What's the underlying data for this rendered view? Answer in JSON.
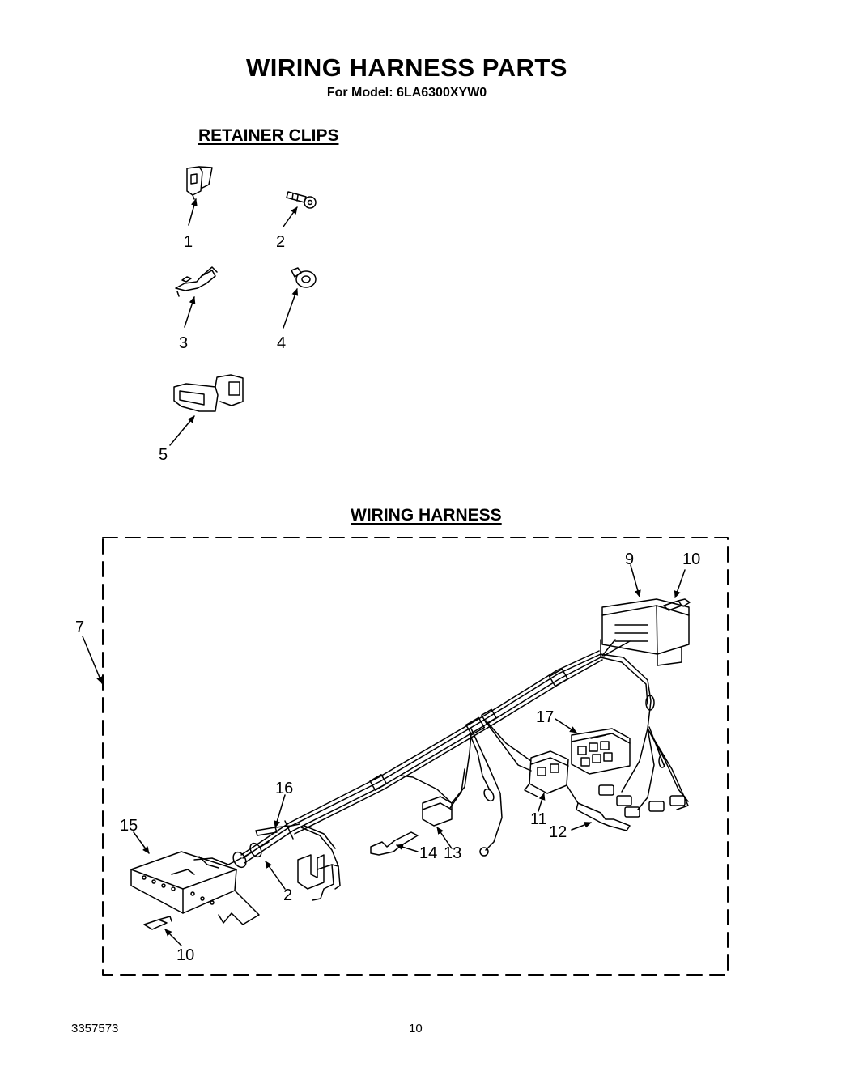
{
  "header": {
    "title": "WIRING HARNESS PARTS",
    "subtitle": "For Model: 6LA6300XYW0"
  },
  "sections": {
    "retainer_clips": "RETAINER CLIPS",
    "wiring_harness": "WIRING HARNESS"
  },
  "callouts": {
    "c1": "1",
    "c2a": "2",
    "c3": "3",
    "c4": "4",
    "c5": "5",
    "c7": "7",
    "c9": "9",
    "c10a": "10",
    "c17": "17",
    "c16": "16",
    "c15": "15",
    "c11": "11",
    "c12": "12",
    "c14": "14",
    "c13": "13",
    "c2b": "2",
    "c10b": "10"
  },
  "footer": {
    "doc_number": "3357573",
    "page_number": "10"
  }
}
